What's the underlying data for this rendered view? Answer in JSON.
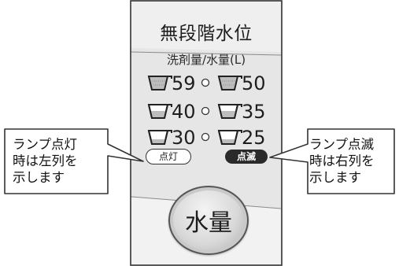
{
  "panel": {
    "title": "無段階水位",
    "subtitle": "洗剤量/水量(L)",
    "colors": {
      "panel_bg": "#e4e4e4",
      "panel_light": "#eeeeee",
      "outline": "#333333",
      "button_face": "#d8d8d8"
    }
  },
  "levels": {
    "row1": {
      "left": "59",
      "right": "50"
    },
    "row2": {
      "left": "40",
      "right": "35"
    },
    "row3": {
      "left": "30",
      "right": "25"
    }
  },
  "lamp_labels": {
    "on": "点灯",
    "blink": "点滅"
  },
  "callouts": {
    "left": {
      "line1": "ランプ点灯",
      "line2": "時は左列を",
      "line3": "示します"
    },
    "right": {
      "line1": "ランプ点滅",
      "line2": "時は右列を",
      "line3": "示します"
    }
  },
  "button": {
    "label": "水量"
  },
  "icons": {
    "cup": "detergent-cup-icon",
    "indicator": "lamp-indicator-icon"
  }
}
